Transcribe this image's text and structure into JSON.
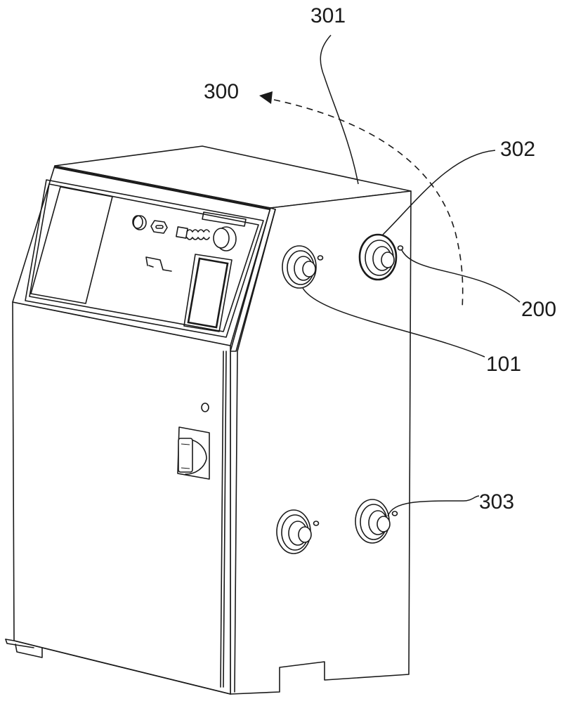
{
  "figure": {
    "type": "patent-drawing",
    "subject": "cabinet apparatus perspective view",
    "line_color": "#1a1a1a",
    "background_color": "#ffffff"
  },
  "labels": {
    "l300": "300",
    "l301": "301",
    "l302": "302",
    "l303": "303",
    "l200": "200",
    "l101": "101"
  },
  "components": [
    {
      "ref": "300",
      "description": "rotation direction arrow (dashed)"
    },
    {
      "ref": "301",
      "description": "cabinet top / side body"
    },
    {
      "ref": "302",
      "description": "connector flange ring"
    },
    {
      "ref": "303",
      "description": "connector pin"
    },
    {
      "ref": "200",
      "description": "small indicator stud"
    },
    {
      "ref": "101",
      "description": "connector port"
    }
  ]
}
